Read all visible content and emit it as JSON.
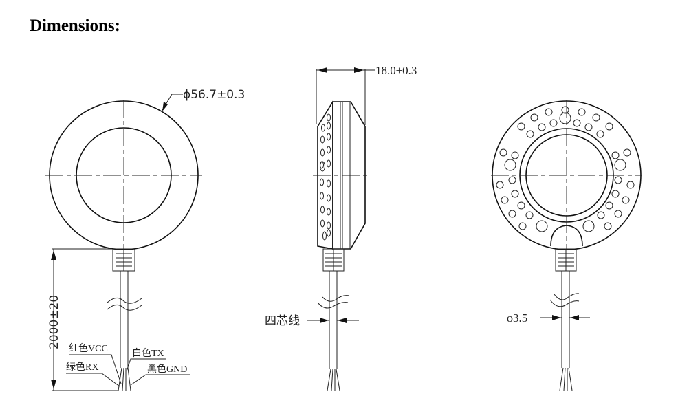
{
  "title": "Dimensions:",
  "views": {
    "front": {
      "diameter_label": "ϕ56.7±0.3",
      "cable_length_label": "2000±20",
      "wire_labels": {
        "red": "红色VCC",
        "green": "绿色RX",
        "white": "白色TX",
        "black": "黑色GND"
      }
    },
    "side": {
      "thickness_label": "18.0±0.3",
      "cable_label": "四芯线"
    },
    "back": {
      "cable_diameter_label": "ϕ3.5"
    }
  },
  "colors": {
    "line": "#111111",
    "background": "#ffffff"
  }
}
